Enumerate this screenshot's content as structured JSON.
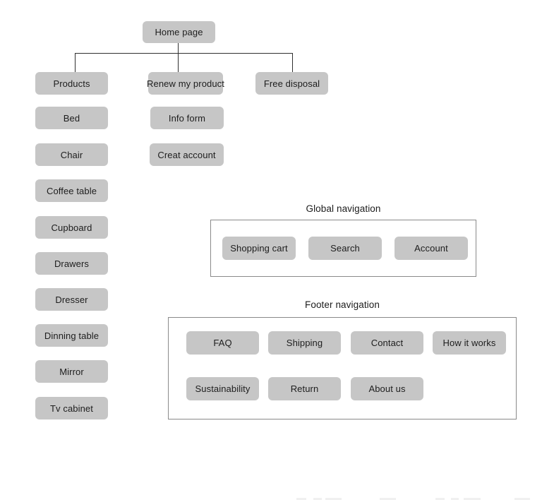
{
  "diagram": {
    "root": "Home page",
    "level2": [
      "Products",
      "Renew my product",
      "Free disposal"
    ],
    "products_subpages": [
      "Bed",
      "Chair",
      "Coffee table",
      "Cupboard",
      "Drawers",
      "Dresser",
      "Dinning table",
      "Mirror",
      "Tv cabinet"
    ],
    "renew_subpages": [
      "Info form",
      "Creat account"
    ]
  },
  "global_navigation": {
    "title": "Global navigation",
    "items": [
      "Shopping cart",
      "Search",
      "Account"
    ]
  },
  "footer_navigation": {
    "title": "Footer navigation",
    "row1": [
      "FAQ",
      "Shipping",
      "Contact",
      "How it works"
    ],
    "row2": [
      "Sustainability",
      "Return",
      "About us"
    ]
  },
  "colors": {
    "node_fill": "#c6c6c6",
    "node_text": "#1d1d1d",
    "connector": "#2f2f2f",
    "container_border": "#8a8a8a",
    "background": "#ffffff"
  }
}
